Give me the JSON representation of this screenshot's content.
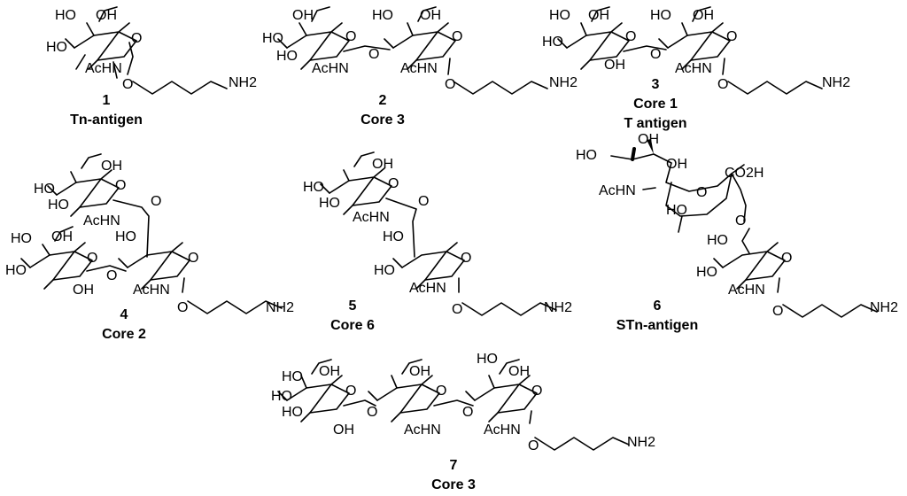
{
  "atoms": {
    "ho": "HO",
    "oh": "OH",
    "o": "O",
    "achn": "AcHN",
    "nh2": "NH2",
    "co2h": "CO2H"
  },
  "compounds": [
    {
      "number": "1",
      "name": "Tn-antigen"
    },
    {
      "number": "2",
      "name": "Core 3"
    },
    {
      "number": "3",
      "name": "Core 1",
      "name2": "T antigen"
    },
    {
      "number": "4",
      "name": "Core 2"
    },
    {
      "number": "5",
      "name": "Core 6"
    },
    {
      "number": "6",
      "name": "STn-antigen"
    },
    {
      "number": "7",
      "name": "Core 3"
    }
  ]
}
